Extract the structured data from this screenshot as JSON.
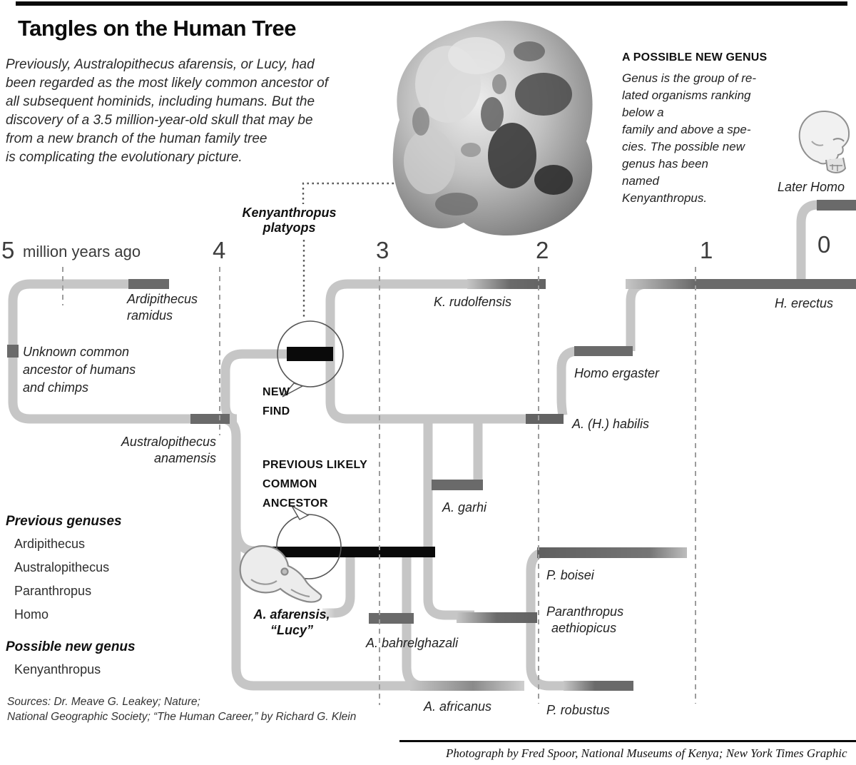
{
  "header": {
    "title": "Tangles on the Human Tree",
    "intro": [
      "Previously, Australopithecus afarensis, or Lucy, had",
      "been regarded as the most likely common ancestor of",
      "all subsequent hominids, including humans. But the",
      "discovery of a 3.5 million-year-old skull that may be",
      "from a new branch of the human family tree",
      "is complicating the evolutionary picture."
    ]
  },
  "note": {
    "heading": "A POSSIBLE NEW GENUS",
    "body": [
      "Genus is the group of re-",
      "lated organisms ranking",
      "below a",
      "family and above a spe-",
      "cies. The possible new",
      "genus has been",
      "named",
      "Kenyanthropus."
    ]
  },
  "timeline": {
    "numbers": [
      "5",
      "4",
      "3",
      "2",
      "1",
      "0"
    ],
    "axis_text": "million years ago"
  },
  "callouts": {
    "kenyanthropus": [
      "Kenyanthropus",
      "platyops"
    ],
    "new_find": [
      "NEW",
      "FIND"
    ],
    "previous": [
      "PREVIOUS LIKELY",
      "COMMON",
      "ANCESTOR"
    ]
  },
  "species": {
    "ramidus": [
      "Ardipithecus",
      "ramidus"
    ],
    "unknown_ancestor": [
      "Unknown common",
      "ancestor of humans",
      "and chimps"
    ],
    "anamensis": [
      "Australopithecus",
      "anamensis"
    ],
    "rudolfensis": "K. rudolfensis",
    "ergaster": "Homo ergaster",
    "habilis": "A. (H.) habilis",
    "garhi": "A. garhi",
    "afarensis": [
      "A. afarensis,",
      "“Lucy”"
    ],
    "bahrelghazali": "A. bahrelghazali",
    "africanus": "A. africanus",
    "boisei": "P. boisei",
    "aethiopicus": [
      "Paranthropus",
      "aethiopicus"
    ],
    "robustus": "P. robustus",
    "erectus": "H. erectus",
    "later_homo": "Later Homo"
  },
  "legend": {
    "previous_heading": "Previous genuses",
    "previous_items": [
      "Ardipithecus",
      "Australopithecus",
      "Paranthropus",
      "Homo"
    ],
    "possible_heading": "Possible new genus",
    "possible_items": [
      "Kenyanthropus"
    ]
  },
  "sources": [
    "Sources: Dr. Meave G. Leakey; Nature;",
    "National Geographic Society; “The Human Career,” by Richard G. Klein"
  ],
  "credit": "Photograph by Fred Spoor, National Museums of Kenya; New York Times Graphic",
  "colors": {
    "pipe_light": "#c6c6c6",
    "pipe_dark": "#6a6a6a",
    "highlight_black": "#0a0a0a"
  }
}
